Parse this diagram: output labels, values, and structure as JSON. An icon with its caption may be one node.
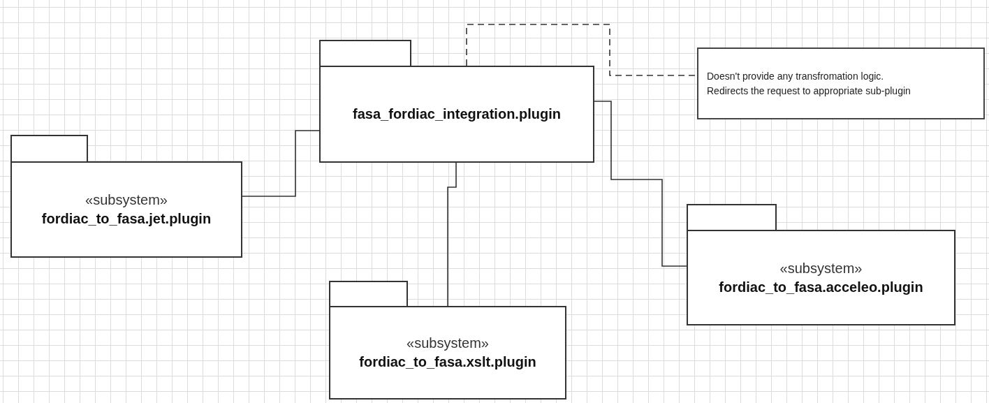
{
  "diagram": {
    "nodes": [
      {
        "text": [
          "fasa_fordiac_integration.plugin"
        ]
      },
      {
        "text": [
          "Doesn't provide any transfromation logic. Redirects the request to appropriate sub-plugin"
        ]
      },
      {
        "text": [
          "«subsystem»",
          "fordiac_to_fasa.jet.plugin"
        ]
      },
      {
        "text": [
          "«subsystem»",
          "fordiac_to_fasa.acceleo.plugin"
        ]
      },
      {
        "text": [
          "«subsystem»",
          "fordiac_to_fasa.xslt.plugin"
        ]
      }
    ],
    "edges": [
      {
        "from": 0,
        "to": 1,
        "arrow": "none",
        "style": "dashed"
      },
      {
        "from": 2,
        "to": 0,
        "arrow": "none"
      },
      {
        "from": 0,
        "to": 3,
        "arrow": "none"
      },
      {
        "from": 0,
        "to": 4,
        "arrow": "none"
      }
    ]
  }
}
